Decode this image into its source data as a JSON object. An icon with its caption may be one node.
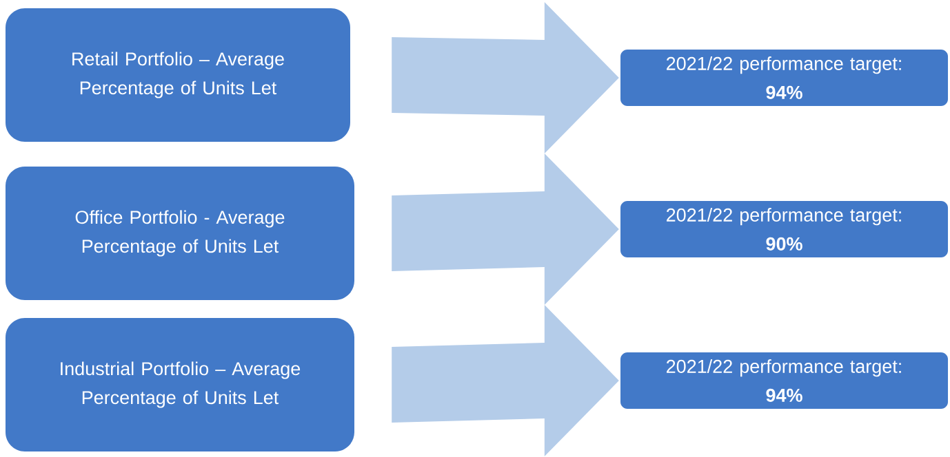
{
  "diagram": {
    "nodes": [
      {
        "text": [
          "Retail Portfolio – Average Percentage of Units Let"
        ]
      },
      {
        "text": [
          "2021/22 performance target:",
          "94%"
        ]
      },
      {
        "text": [
          "Office Portfolio  - Average Percentage of Units Let"
        ]
      },
      {
        "text": [
          "2021/22 performance target:",
          "90%"
        ]
      },
      {
        "text": [
          "Industrial Portfolio – Average Percentage of Units Let"
        ]
      },
      {
        "text": [
          "2021/22 performance target:",
          "94%"
        ]
      }
    ],
    "edges": [
      {
        "from": 0,
        "to": 1,
        "arrow": "to"
      },
      {
        "from": 2,
        "to": 3,
        "arrow": "to"
      },
      {
        "from": 4,
        "to": 5,
        "arrow": "to"
      }
    ]
  }
}
